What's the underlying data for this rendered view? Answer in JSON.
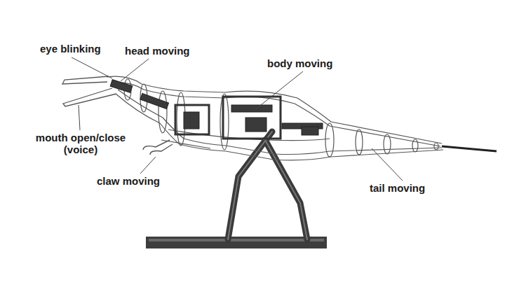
{
  "diagram": {
    "labels": [
      "eye blinking",
      "head moving",
      "body moving",
      "mouth open/close (voice)",
      "claw moving",
      "tail moving"
    ]
  }
}
